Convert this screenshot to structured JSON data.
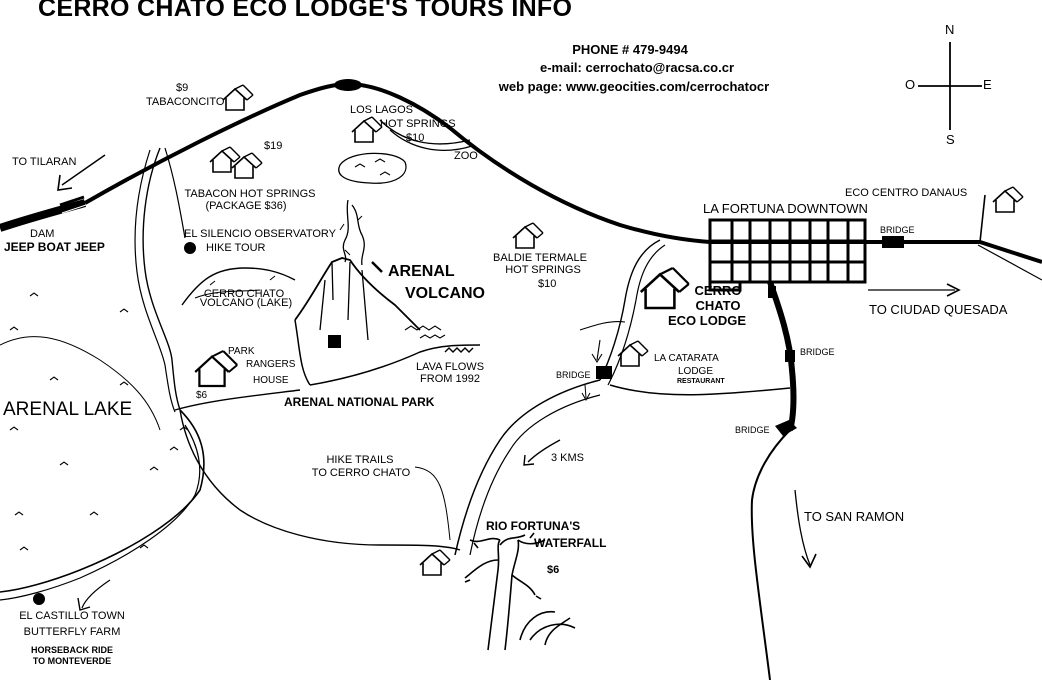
{
  "title": "CERRO CHATO ECO LODGE'S TOURS INFO",
  "contact": {
    "phone": "PHONE # 479-9494",
    "email": "e-mail: cerrochato@racsa.co.cr",
    "web": "web page: www.geocities.com/cerrochatocr"
  },
  "compass": {
    "north": "N",
    "south": "S",
    "east": "E",
    "west": "O"
  },
  "places": {
    "tabaconcito_price": "$9",
    "tabaconcito": "TABACONCITO",
    "los_lagos_1": "LOS LAGOS",
    "los_lagos_2": "HOT SPRINGS",
    "los_lagos_price": "$10",
    "zoo": "ZOO",
    "to_tilaran": "TO TILARAN",
    "tabacon_price": "$19",
    "tabacon_1": "TABACON HOT SPRINGS",
    "tabacon_2": "(PACKAGE $36)",
    "dam": "DAM",
    "jeep_boat_jeep": "JEEP BOAT JEEP",
    "silencio_1": "EL SILENCIO OBSERVATORY",
    "silencio_2": "HIKE TOUR",
    "cerro_chato_volcano_1": "CERRO CHATO",
    "cerro_chato_volcano_2": "VOLCANO (LAKE)",
    "arenal_volcano_1": "ARENAL",
    "arenal_volcano_2": "VOLCANO",
    "baldie_1": "BALDIE TERMALE",
    "baldie_2": "HOT SPRINGS",
    "baldie_price": "$10",
    "la_fortuna": "LA FORTUNA DOWNTOWN",
    "eco_centro": "ECO CENTRO DANAUS",
    "bridge_east": "BRIDGE",
    "lodge_1": "CERRO",
    "lodge_2": "CHATO",
    "lodge_3": "ECO LODGE",
    "to_ciudad_quesada": "TO CIUDAD QUESADA",
    "rangers_1": "PARK",
    "rangers_2": "RANGERS",
    "rangers_3": "HOUSE",
    "rangers_price": "$6",
    "lava_1": "LAVA FLOWS",
    "lava_2": "FROM 1992",
    "national_park": "ARENAL NATIONAL PARK",
    "catarata_1": "LA CATARATA",
    "catarata_2": "LODGE",
    "catarata_3": "RESTAURANT",
    "bridge_west": "BRIDGE",
    "bridge_mid": "BRIDGE",
    "bridge_south": "BRIDGE",
    "arenal_lake": "ARENAL LAKE",
    "hike_trails_1": "HIKE TRAILS",
    "hike_trails_2": "TO CERRO CHATO",
    "three_kms": "3 KMS",
    "to_san_ramon": "TO SAN RAMON",
    "waterfall_1": "RIO FORTUNA'S",
    "waterfall_2": "WATERFALL",
    "waterfall_price": "$6",
    "castillo_1": "EL CASTILLO TOWN",
    "castillo_2": "BUTTERFLY FARM",
    "horseback_1": "HORSEBACK RIDE",
    "horseback_2": "TO MONTEVERDE"
  }
}
